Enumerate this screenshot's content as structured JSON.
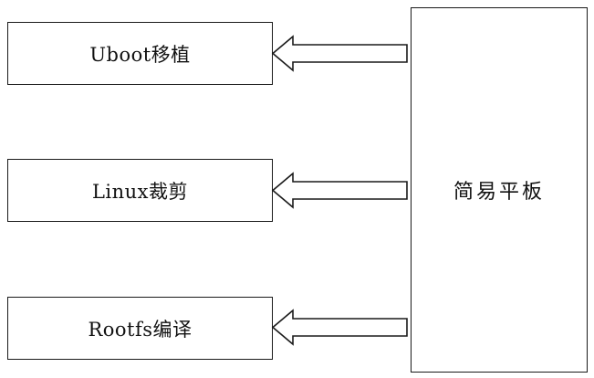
{
  "diagram": {
    "target": {
      "label": "简易平板"
    },
    "tasks": [
      {
        "label": "Uboot移植"
      },
      {
        "label": "Linux裁剪"
      },
      {
        "label": "Rootfs编译"
      }
    ],
    "colors": {
      "stroke": "#1a1a1a",
      "background": "#ffffff",
      "text": "#111111"
    }
  }
}
